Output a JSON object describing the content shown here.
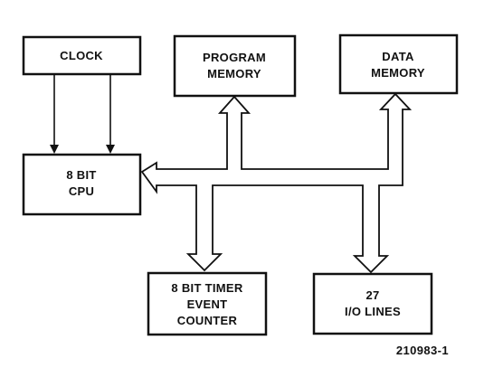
{
  "blocks": {
    "clock": {
      "lines": [
        "CLOCK"
      ]
    },
    "program_memory": {
      "lines": [
        "PROGRAM",
        "MEMORY"
      ]
    },
    "data_memory": {
      "lines": [
        "DATA",
        "MEMORY"
      ]
    },
    "cpu": {
      "lines": [
        "8 BIT",
        "CPU"
      ]
    },
    "timer": {
      "lines": [
        "8 BIT TIMER",
        "EVENT",
        "COUNTER"
      ]
    },
    "io": {
      "lines": [
        "27",
        "I/O LINES"
      ]
    }
  },
  "figure_id": "210983-1"
}
